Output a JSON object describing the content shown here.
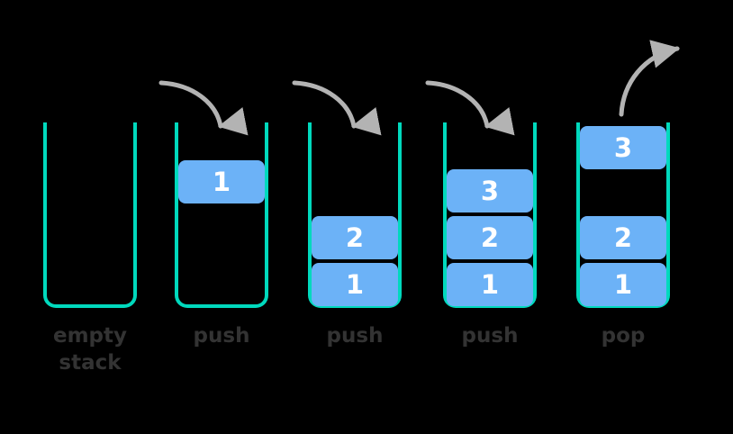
{
  "diagram": {
    "title": "stack push and pop operations",
    "background_color": "#000000",
    "colors": {
      "container_edge": "#00d9bd",
      "cell_fill": "#6cb2f7",
      "cell_text": "#ffffff",
      "label_text": "#333333",
      "arrow": "#b3b3b3"
    }
  },
  "stacks": [
    {
      "caption": "empty\nstack",
      "operation": "empty-stack",
      "cells": [],
      "arrow": null
    },
    {
      "caption": "push",
      "operation": "push",
      "cells": [
        {
          "value": "1",
          "slot": 3
        }
      ],
      "arrow": "push-in"
    },
    {
      "caption": "push",
      "operation": "push",
      "cells": [
        {
          "value": "2",
          "slot": 1
        },
        {
          "value": "1",
          "slot": 0
        }
      ],
      "arrow": "push-in"
    },
    {
      "caption": "push",
      "operation": "push",
      "cells": [
        {
          "value": "3",
          "slot": 2
        },
        {
          "value": "2",
          "slot": 1
        },
        {
          "value": "1",
          "slot": 0
        }
      ],
      "arrow": "push-in"
    },
    {
      "caption": "pop",
      "operation": "pop",
      "cells": [
        {
          "value": "3",
          "slot": 3
        },
        {
          "value": "2",
          "slot": 1
        },
        {
          "value": "1",
          "slot": 0
        }
      ],
      "arrow": "pop-out"
    }
  ]
}
